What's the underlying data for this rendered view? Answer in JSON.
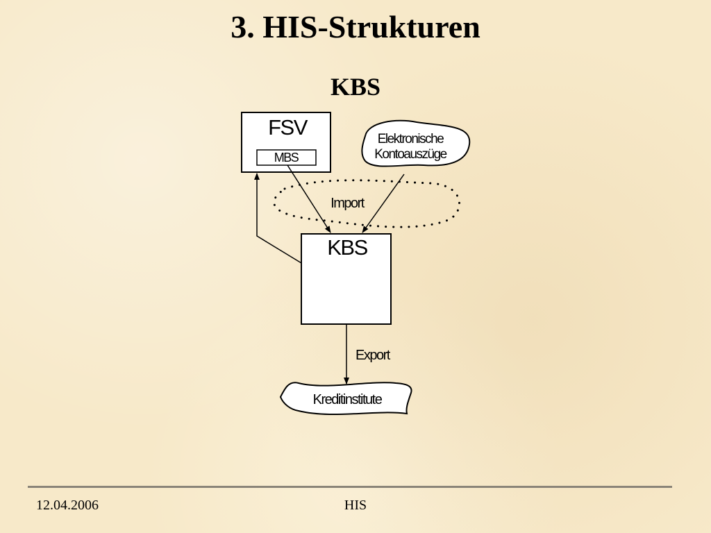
{
  "slide": {
    "title": "3. HIS-Strukturen",
    "subtitle": "KBS"
  },
  "diagram": {
    "fsv": {
      "label": "FSV",
      "inner_label": "MBS"
    },
    "statements": {
      "label_line1": "Elektronische",
      "label_line2": "Kontoauszüge"
    },
    "import_label": "Import",
    "kbs": {
      "label": "KBS"
    },
    "export_label": "Export",
    "banks": {
      "label": "Kreditinstitute"
    }
  },
  "footer": {
    "date": "12.04.2006",
    "center": "HIS"
  }
}
